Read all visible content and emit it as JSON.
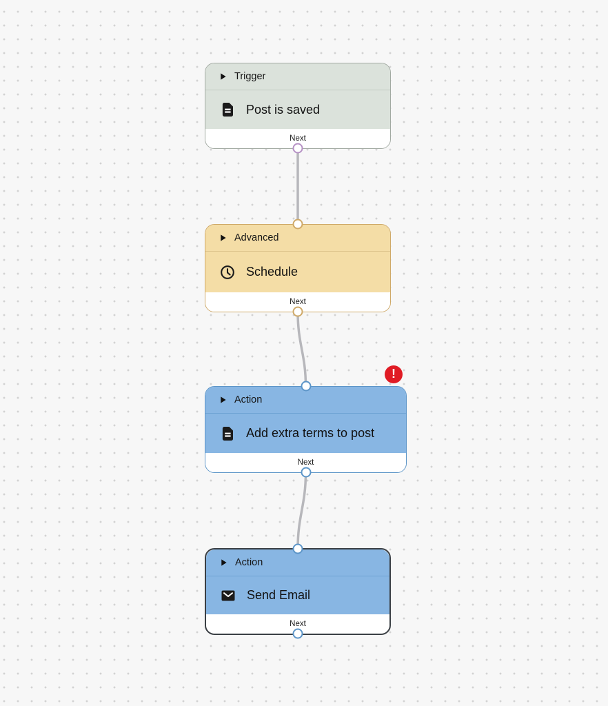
{
  "canvas": {
    "background_color": "#f7f7f7",
    "dot_color": "#d2d2d2"
  },
  "nodes": [
    {
      "id": "trigger",
      "category": "Trigger",
      "title": "Post is saved",
      "icon": "document-icon",
      "next_label": "Next",
      "colors": {
        "bg": "#dbe2db",
        "border": "#a2aaa2",
        "divider": "#c2cac2",
        "port": "#b691c5"
      }
    },
    {
      "id": "schedule",
      "category": "Advanced",
      "title": "Schedule",
      "icon": "clock-icon",
      "next_label": "Next",
      "colors": {
        "bg": "#f4dda6",
        "border": "#cfa968",
        "divider": "#ddc48c",
        "port": "#cfa968"
      }
    },
    {
      "id": "add-terms",
      "category": "Action",
      "title": "Add extra terms to post",
      "icon": "document-icon",
      "next_label": "Next",
      "has_error": true,
      "colors": {
        "bg": "#88b6e3",
        "border": "#5c95c8",
        "divider": "#6fa3d4",
        "port": "#5c95c8"
      }
    },
    {
      "id": "send-email",
      "category": "Action",
      "title": "Send Email",
      "icon": "envelope-icon",
      "next_label": "Next",
      "selected": true,
      "colors": {
        "bg": "#88b6e3",
        "border": "#3a3f44",
        "divider": "#6fa3d4",
        "port": "#5c95c8"
      }
    }
  ],
  "edges": [
    {
      "from": "trigger",
      "to": "schedule"
    },
    {
      "from": "schedule",
      "to": "add-terms"
    },
    {
      "from": "add-terms",
      "to": "send-email"
    }
  ],
  "error_badge": {
    "glyph": "!",
    "color": "#e01b24"
  }
}
